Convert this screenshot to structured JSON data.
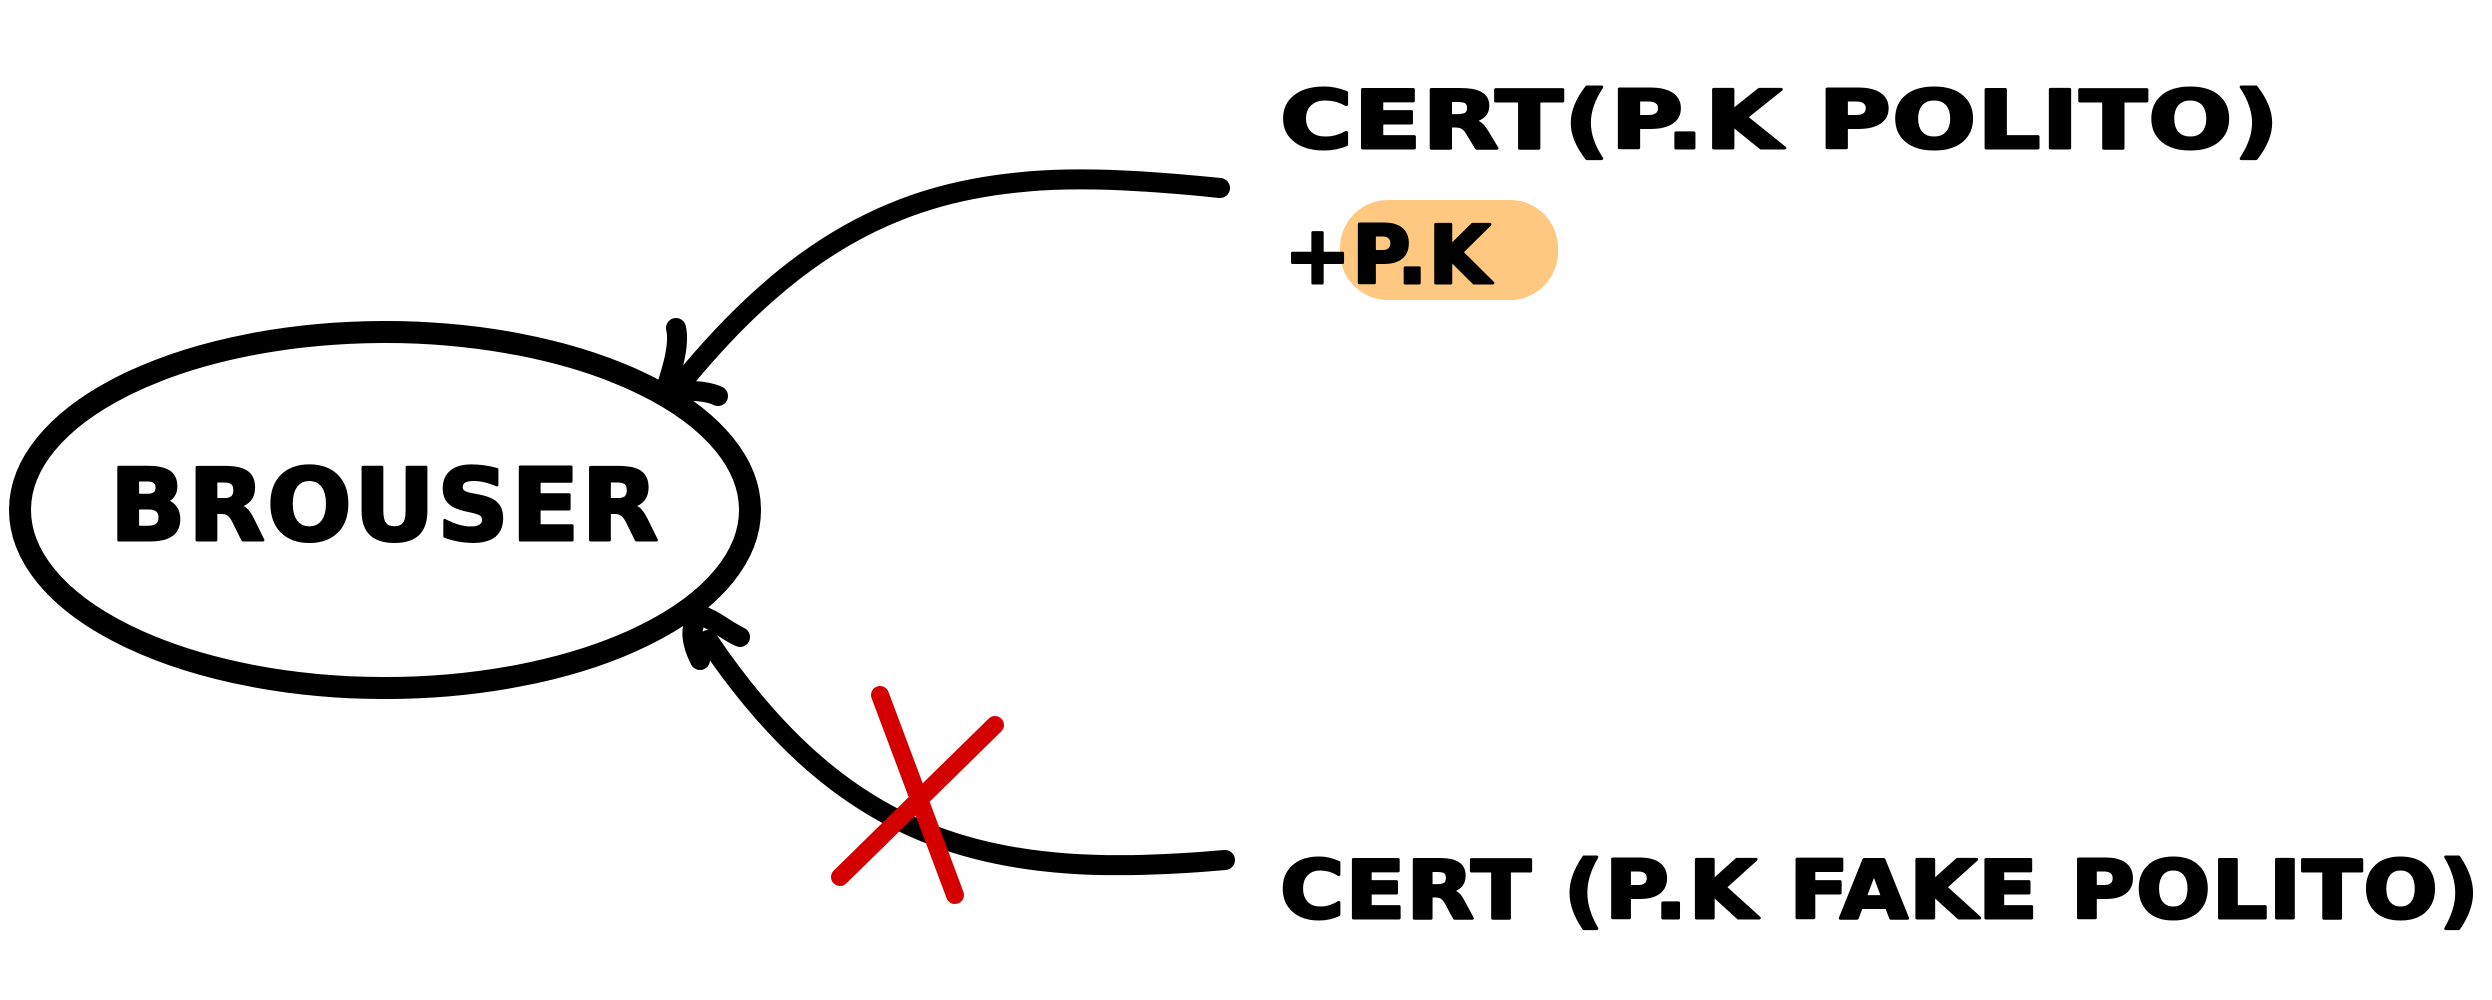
{
  "diagram": {
    "browser": {
      "label": "BROUSER"
    },
    "valid_cert": {
      "label": "CERT(P.K POLITO)",
      "extra_label": "+P.K"
    },
    "fake_cert": {
      "label": "CERT (P.K FAKE POLITO)"
    },
    "colors": {
      "ink": "#000000",
      "highlight": "#FFC880",
      "reject": "#D40000"
    },
    "icons": {
      "reject_mark": "cross-icon"
    }
  }
}
